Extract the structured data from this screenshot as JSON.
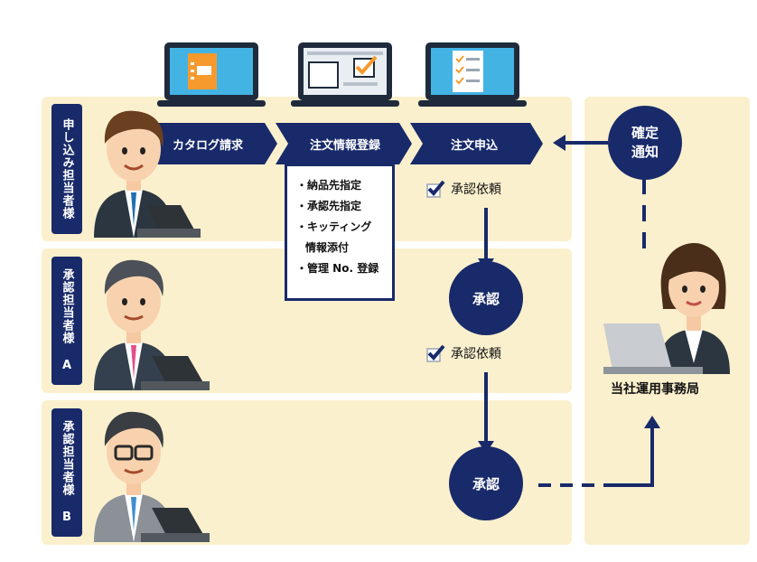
{
  "roles": {
    "requester": "申し込み担当者様",
    "approver_a": "承認担当者様 A",
    "approver_b": "承認担当者様 B"
  },
  "steps": [
    "カタログ請求",
    "注文情報登録",
    "注文申込"
  ],
  "order_info_items": [
    "・納品先指定",
    "・承認先指定",
    "・キッティング",
    "情報添付",
    "・管理 No. 登録"
  ],
  "approval_request_label": "承認依頼",
  "approve_label": "承認",
  "confirm_notice": "確定\n通知",
  "office_label": "当社運用事務局",
  "colors": {
    "navy": "#182a6a",
    "band": "#fbf0cd",
    "laptop_screen": "#43b3e4",
    "orange": "#f79a2e"
  }
}
